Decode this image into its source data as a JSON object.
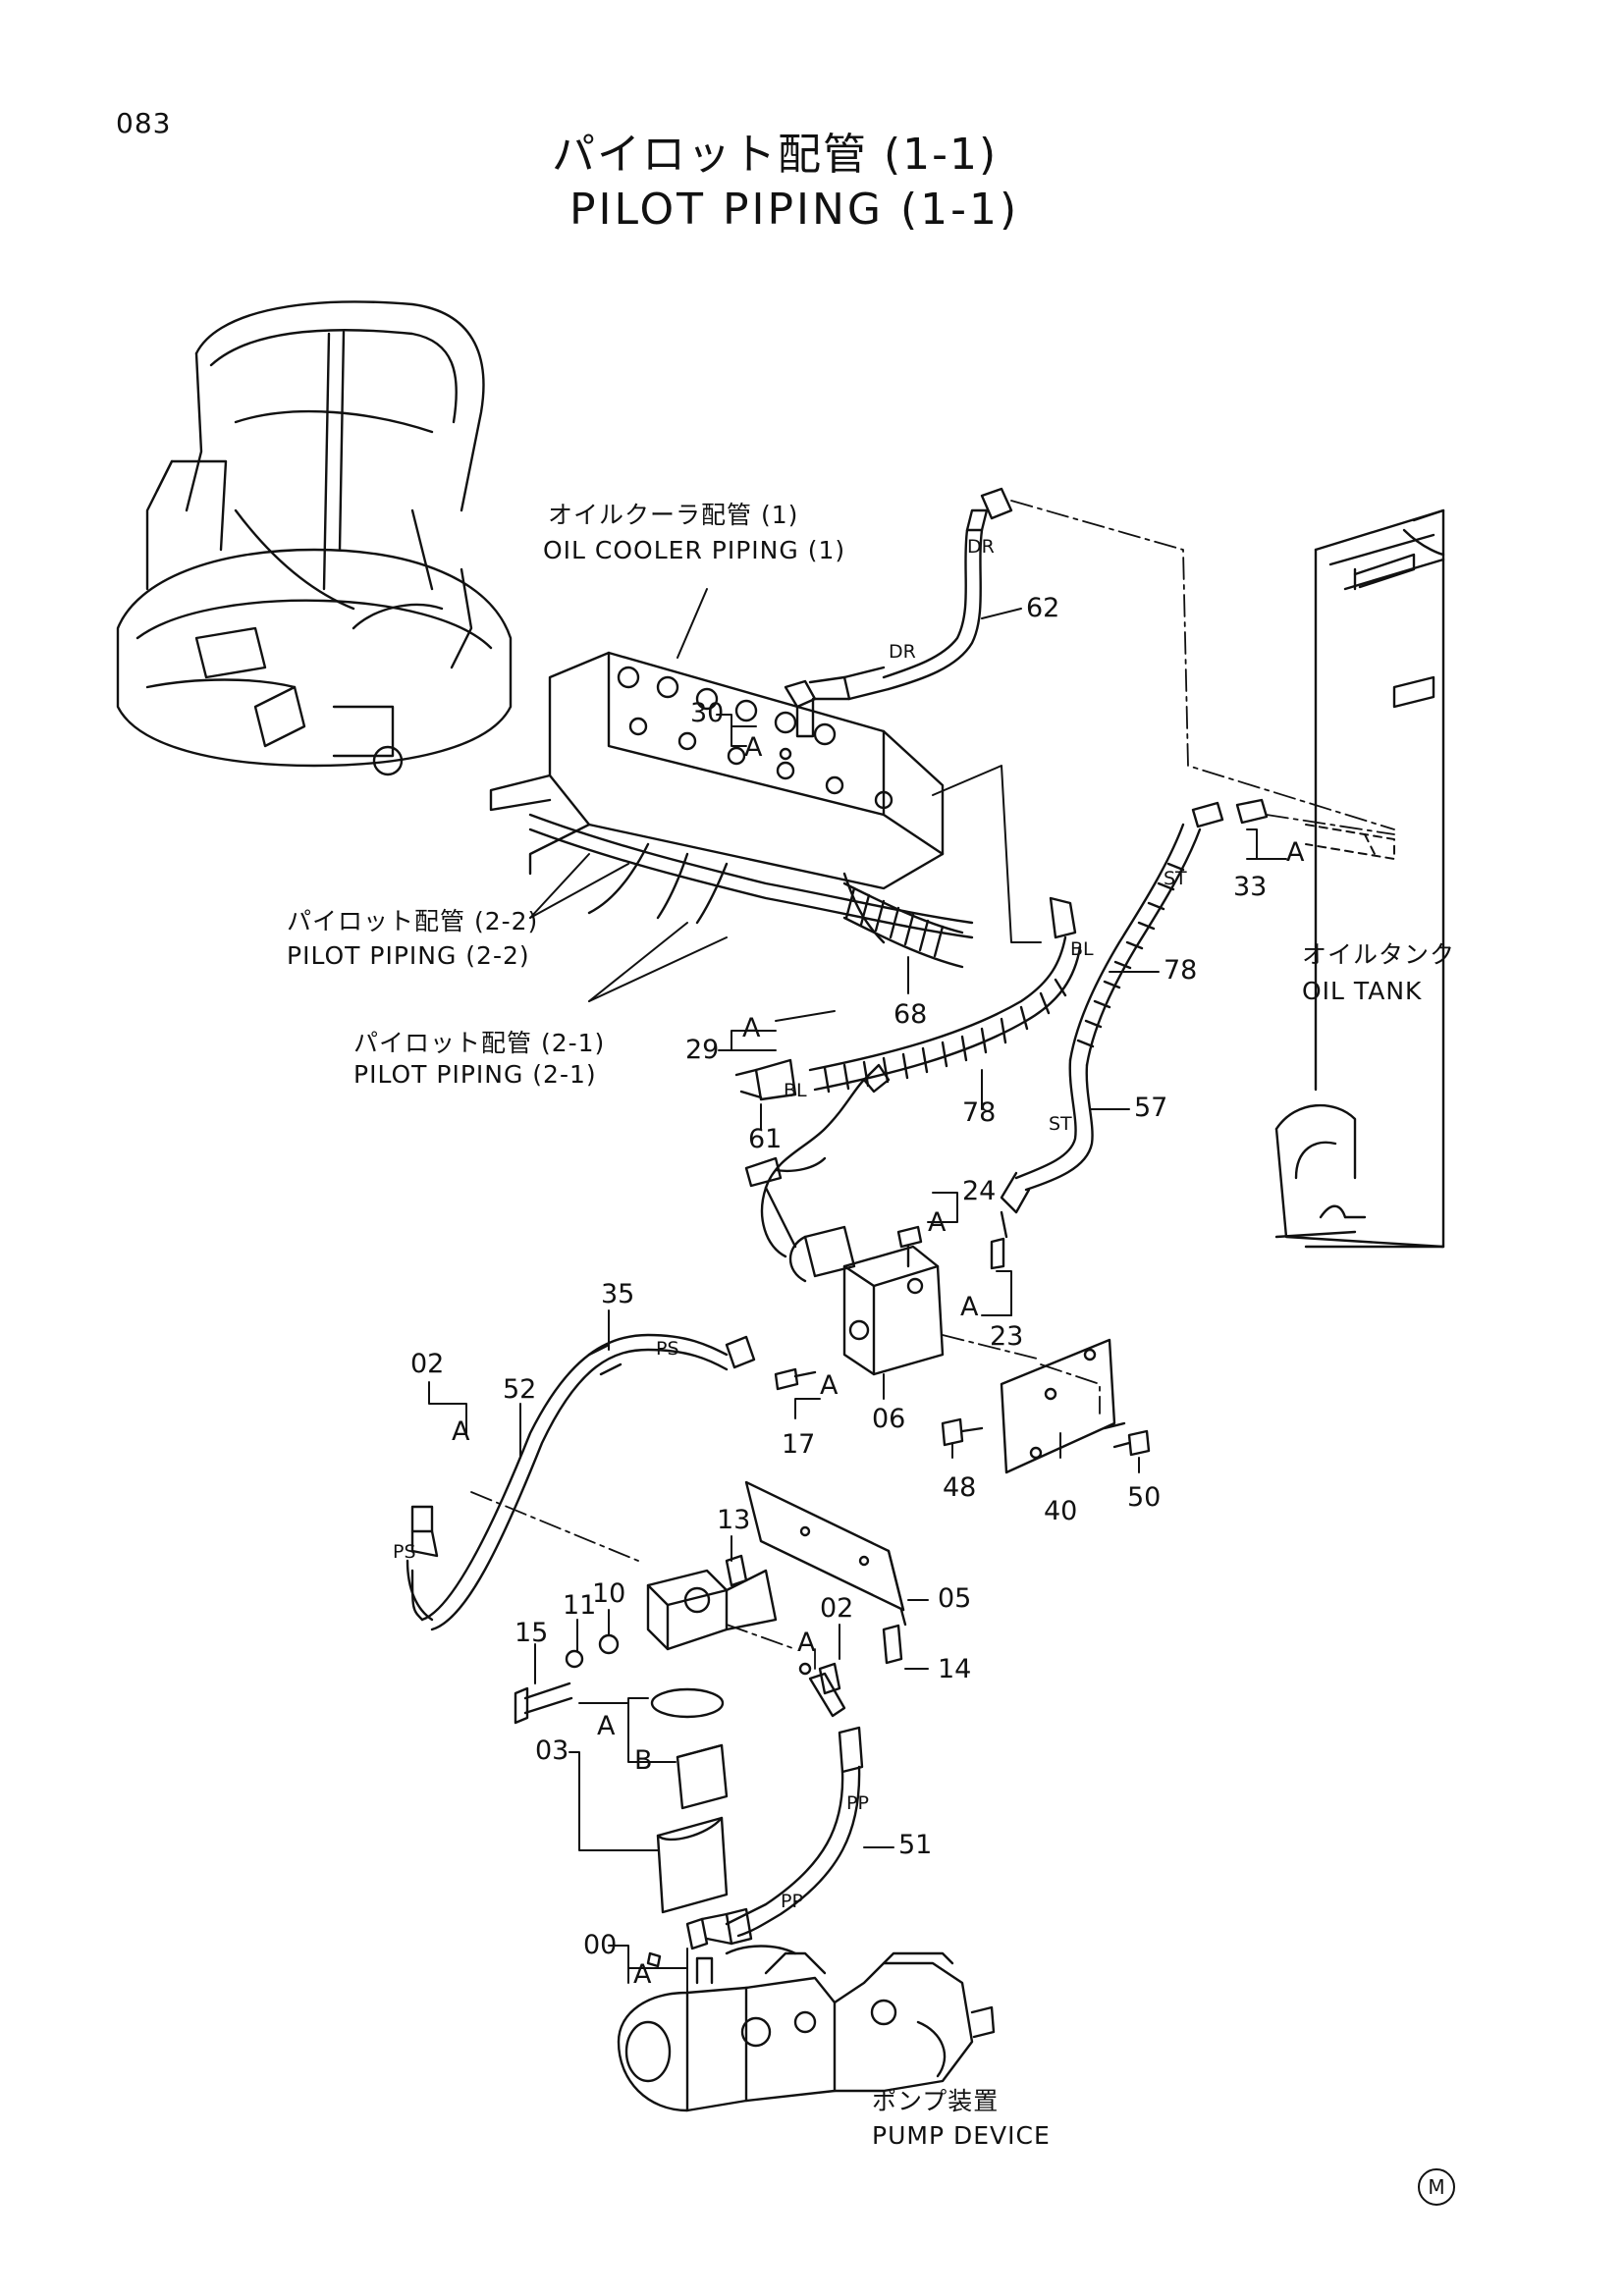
{
  "page_number": "083",
  "title": {
    "jp": "パイロット配管 (1-1)",
    "en": "PILOT PIPING (1-1)"
  },
  "captions": {
    "oil_cooler_jp": "オイルクーラ配管 (1)",
    "oil_cooler_en": "OIL COOLER PIPING (1)",
    "pilot22_jp": "パイロット配管 (2-2)",
    "pilot22_en": "PILOT PIPING (2-2)",
    "pilot21_jp": "パイロット配管 (2-1)",
    "pilot21_en": "PILOT PIPING (2-1)",
    "oil_tank_jp": "オイルタンク",
    "oil_tank_en": "OIL TANK",
    "pump_jp": "ポンプ装置",
    "pump_en": "PUMP DEVICE"
  },
  "part_numbers": [
    "00",
    "02",
    "02",
    "03",
    "05",
    "06",
    "10",
    "11",
    "13",
    "14",
    "15",
    "17",
    "23",
    "24",
    "29",
    "30",
    "33",
    "35",
    "40",
    "48",
    "50",
    "51",
    "52",
    "57",
    "61",
    "62",
    "68",
    "78",
    "78"
  ],
  "group_letters": {
    "a": "A",
    "b": "B"
  },
  "hose_tags": {
    "dr": "DR",
    "bl": "BL",
    "st": "ST",
    "ps": "PS",
    "pp": "PP"
  },
  "maker_mark": "M"
}
